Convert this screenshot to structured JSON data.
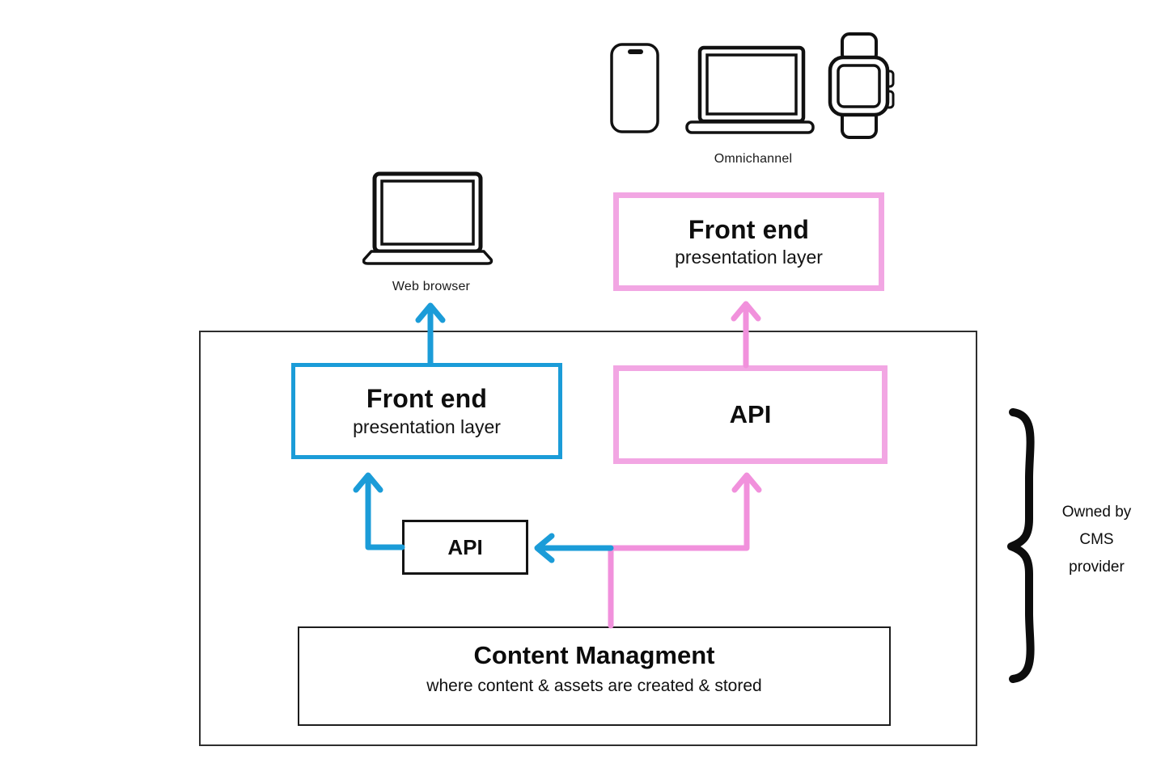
{
  "devices": {
    "omnichannel_label": "Omnichannel",
    "web_browser_label": "Web browser",
    "icons": {
      "top_group": [
        "smartphone-icon",
        "laptop-icon",
        "smartwatch-icon"
      ],
      "left": "laptop-icon"
    }
  },
  "boxes": {
    "frontend_external": {
      "title": "Front end",
      "subtitle": "presentation layer"
    },
    "frontend_internal": {
      "title": "Front end",
      "subtitle": "presentation layer"
    },
    "api_internal_pink": {
      "label": "API"
    },
    "api_internal_black": {
      "label": "API"
    },
    "content_management": {
      "title": "Content Managment",
      "subtitle": "where content & assets are created & stored"
    }
  },
  "annotation": {
    "lines": [
      "Owned by",
      "CMS",
      "provider"
    ]
  },
  "colors": {
    "blue": "#1B9CD8",
    "pink_border": "#F2A6E3",
    "pink_arrow": "#F191DC",
    "ink": "#111111",
    "container_border": "#2E2E2E"
  }
}
